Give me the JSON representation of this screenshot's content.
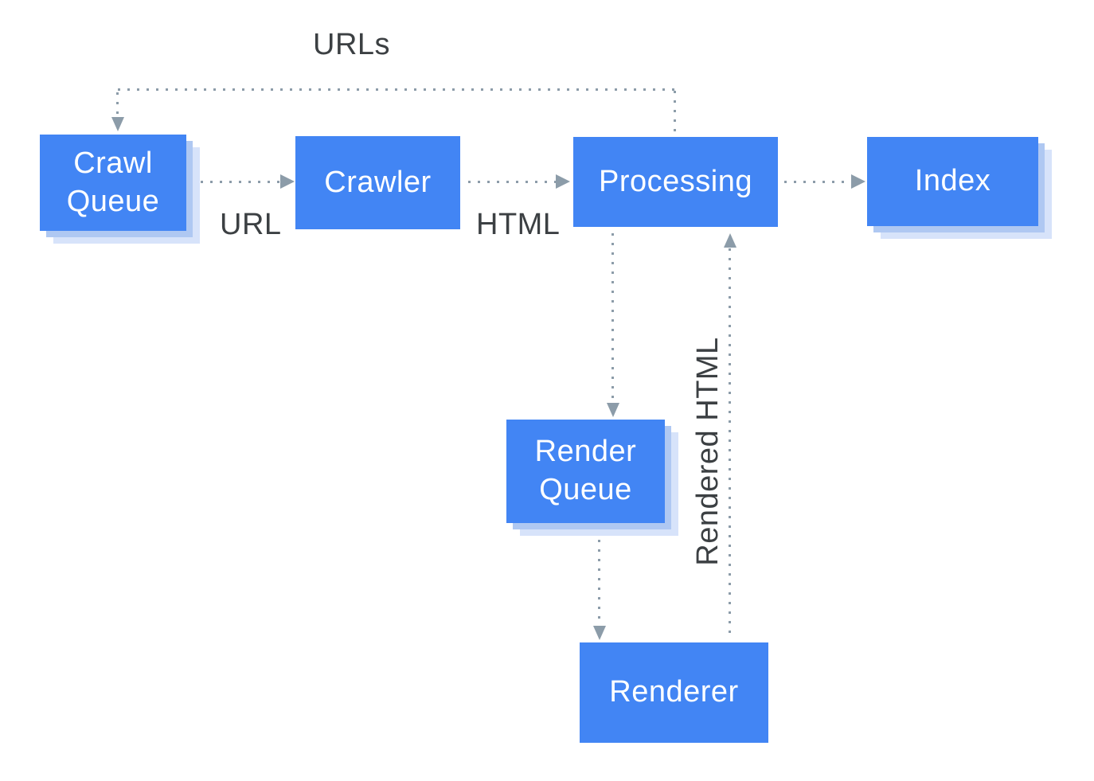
{
  "nodes": {
    "crawl_queue": {
      "label": "Crawl\nQueue"
    },
    "crawler": {
      "label": "Crawler"
    },
    "processing": {
      "label": "Processing"
    },
    "index": {
      "label": "Index"
    },
    "render_queue": {
      "label": "Render\nQueue"
    },
    "renderer": {
      "label": "Renderer"
    }
  },
  "edges": [
    {
      "from": "Processing",
      "to": "Crawl Queue",
      "label": "URLs",
      "style": "dotted"
    },
    {
      "from": "Crawl Queue",
      "to": "Crawler",
      "label": "URL",
      "style": "dotted"
    },
    {
      "from": "Crawler",
      "to": "Processing",
      "label": "HTML",
      "style": "dotted"
    },
    {
      "from": "Processing",
      "to": "Index",
      "label": "",
      "style": "dotted"
    },
    {
      "from": "Processing",
      "to": "Render Queue",
      "label": "",
      "style": "dotted"
    },
    {
      "from": "Render Queue",
      "to": "Renderer",
      "label": "",
      "style": "dotted"
    },
    {
      "from": "Renderer",
      "to": "Processing",
      "label": "Rendered HTML",
      "style": "dotted"
    }
  ],
  "colors": {
    "node_fill": "#4285F4",
    "node_text": "#FFFFFF",
    "shadow_inner": "#AFC8F2",
    "shadow_outer": "#D7E3FA",
    "connector": "#8C9CA9",
    "label_text": "#3C4043",
    "background": "#FFFFFF"
  }
}
